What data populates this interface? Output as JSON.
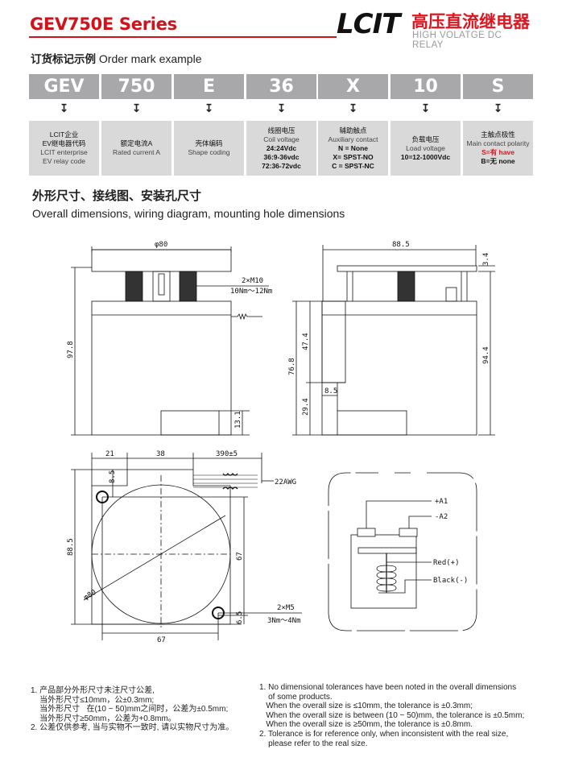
{
  "header": {
    "title": "GEV750E Series",
    "logo_text": "LCIT",
    "logo_cn": "高压直流继电器",
    "logo_en": "HIGH VOLATGE DC RELAY"
  },
  "order": {
    "title_cn": "订货标记示例",
    "title_en": "Order mark example",
    "codes": [
      "GEV",
      "750",
      "E",
      "36",
      "X",
      "10",
      "S"
    ],
    "arrow": "↧",
    "descriptions": [
      {
        "lines": [
          "LCIT企业",
          "EV继电器代码",
          "LCIT enterprise",
          "EV relay code"
        ]
      },
      {
        "lines": [
          "额定电流A",
          "Rated current A"
        ]
      },
      {
        "lines": [
          "壳体编码",
          "Shape coding"
        ]
      },
      {
        "lines": [
          "线圈电压",
          "Coil voltage",
          "24:24Vdc",
          "36:9-36vdc",
          "72:36-72vdc"
        ]
      },
      {
        "lines": [
          "辅助触点",
          "Auxiliary contact",
          "N = None",
          "X= SPST-NO",
          "C = SPST-NC"
        ]
      },
      {
        "lines": [
          "负载电压",
          "Load voltage",
          "10=12-1000Vdc"
        ]
      },
      {
        "lines": [
          "主触点极性",
          "Main contact polarity",
          "S=有 have",
          "B=无 none"
        ]
      }
    ]
  },
  "section": {
    "title_cn": "外形尺寸、接线图、安装孔尺寸",
    "title_en": "Overall dimensions, wiring diagram, mounting hole dimensions"
  },
  "drawing": {
    "front": {
      "dia": "φ80",
      "height": "97.8",
      "thread": "2×M10",
      "torque": "10Nm～12Nm",
      "base": "13.1"
    },
    "side": {
      "width": "88.5",
      "plate": "3.4",
      "height": "94.4",
      "h1": "76.8",
      "h2": "47.4",
      "h3": "29.4",
      "offset": "8.5"
    },
    "bottom": {
      "d21": "21",
      "d38": "38",
      "wire_len": "390±5",
      "awg": "22AWG",
      "d85": "8.5",
      "height": "88.5",
      "dia": "φ80",
      "hole_v": "67",
      "hole_h": "67",
      "d65": "6.5",
      "screw": "2×M5",
      "screw_torque": "3Nm～4Nm"
    },
    "wiring": {
      "a1": "+A1",
      "a2": "-A2",
      "red": "Red(+)",
      "black": "Black(-)"
    }
  },
  "notes": {
    "cn": [
      "1. 产品部分外形尺寸未注尺寸公差,",
      "    当外形尺寸≤10mm，公±0.3mm;",
      "    当外形尺寸   在(10 ~ 50)mm之间时，公差为±0.5mm;",
      "    当外形尺寸≥50mm，公差为+0.8mm。",
      "2. 公差仅供参考, 当与实物不一致时, 请以实物尺寸为准。"
    ],
    "en": [
      "1. No dimensional tolerances have been noted in the overall dimensions",
      "    of some products.",
      "   When the overall size is ≤10mm, the tolerance is ±0.3mm;",
      "   When the overall size is between (10 ~ 50)mm, the tolerance is ±0.5mm;",
      "   When the overall size is ≥50mm, the tolerance is ±0.8mm.",
      "2. Tolerance is for reference only, when inconsistent with the real size,",
      "    please refer to the real size."
    ]
  }
}
